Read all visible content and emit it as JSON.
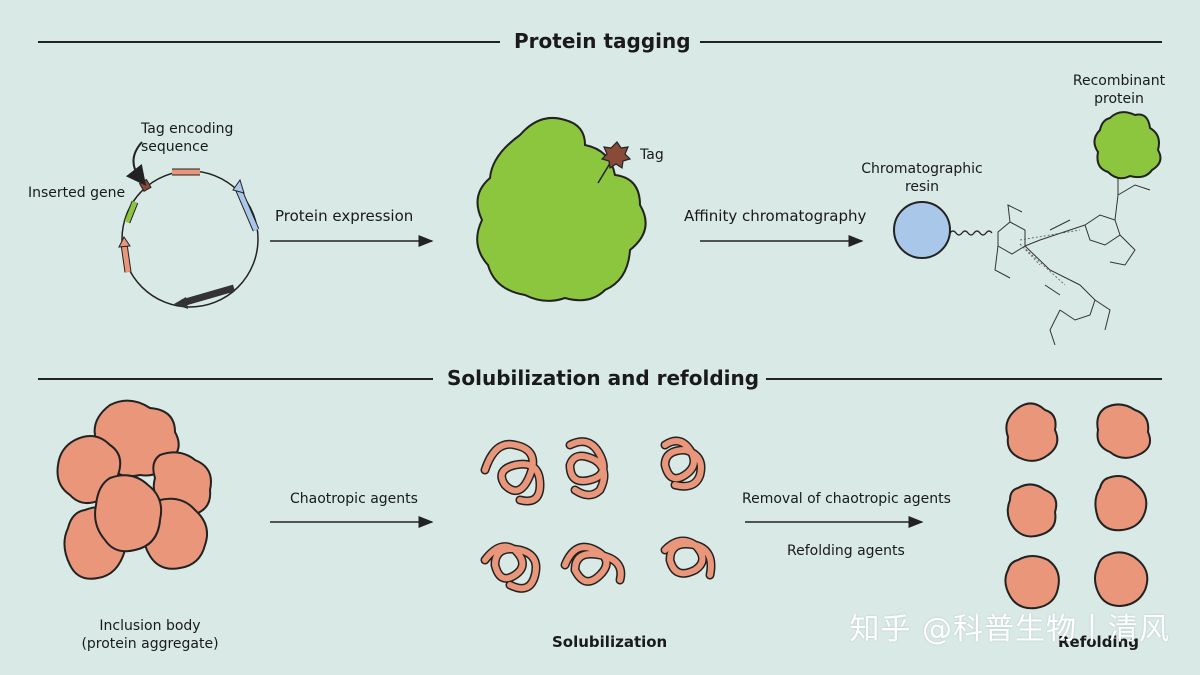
{
  "sections": {
    "top_title": "Protein tagging",
    "bottom_title": "Solubilization and refolding"
  },
  "top": {
    "tag_encoding": "Tag encoding\nsequence",
    "inserted_gene": "Inserted gene",
    "protein_expression": "Protein expression",
    "tag": "Tag",
    "affinity_chromatography": "Affinity chromatography",
    "chromatographic_resin": "Chromatographic\nresin",
    "recombinant_protein": "Recombinant\nprotein"
  },
  "bottom": {
    "inclusion_body": "Inclusion body\n(protein aggregate)",
    "chaotropic_agents": "Chaotropic agents",
    "solubilization": "Solubilization",
    "removal": "Removal of chaotropic agents",
    "refolding_agents": "Refolding agents",
    "refolding": "Refolding"
  },
  "watermark": "知乎 @科普生物丨清风",
  "colors": {
    "background": "#d8e9e6",
    "protein_green": "#8cc63f",
    "aggregate_salmon": "#e9967a",
    "resin_blue": "#a9c7e8",
    "tag_brown": "#8a4a3a"
  }
}
